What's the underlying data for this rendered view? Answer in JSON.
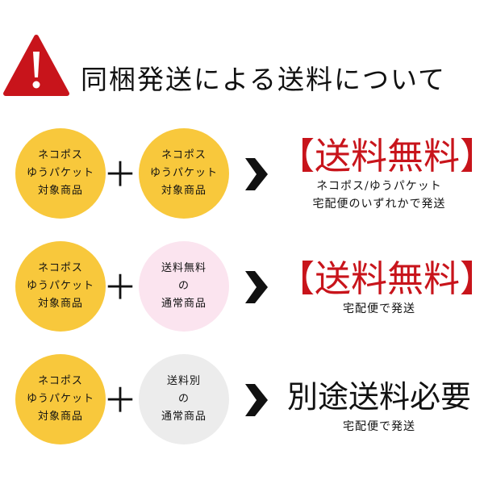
{
  "header": {
    "icon": "warning-icon",
    "title": "同梱発送による送料について"
  },
  "colors": {
    "warning_red": "#c8141b",
    "yellow": "#f8c83c",
    "pink": "#fbe4ef",
    "gray": "#ececec",
    "free_red": "#c8141b"
  },
  "rows": [
    {
      "left": [
        "ネコポス",
        "ゆうパケット",
        "対象商品"
      ],
      "right": [
        "ネコポス",
        "ゆうパケット",
        "対象商品"
      ],
      "plus": "＋",
      "result": "【送料無料】",
      "notes": [
        "ネコポス/ゆうパケット",
        "宅配便のいずれかで発送"
      ]
    },
    {
      "left": [
        "ネコポス",
        "ゆうパケット",
        "対象商品"
      ],
      "right": [
        "送料無料",
        "の",
        "通常商品"
      ],
      "plus": "＋",
      "result": "【送料無料】",
      "notes": [
        "宅配便で発送"
      ]
    },
    {
      "left": [
        "ネコポス",
        "ゆうパケット",
        "対象商品"
      ],
      "right": [
        "送料別",
        "の",
        "通常商品"
      ],
      "plus": "＋",
      "result": "別途送料必要",
      "notes": [
        "宅配便で発送"
      ]
    }
  ]
}
